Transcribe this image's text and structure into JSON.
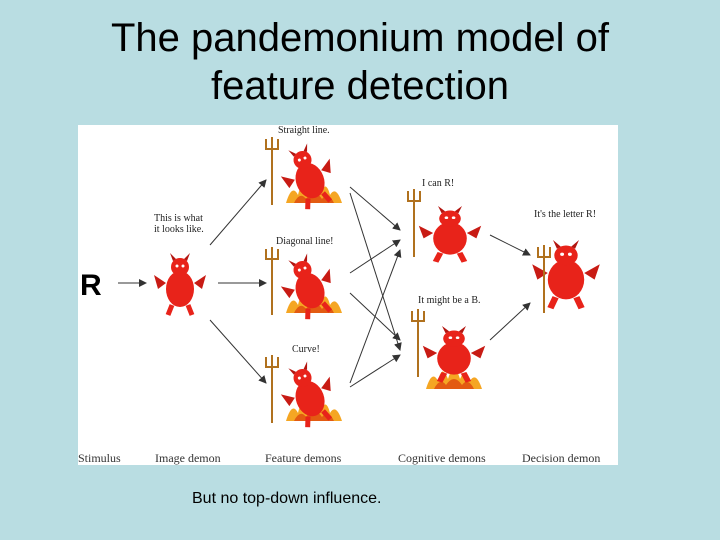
{
  "slide": {
    "title_line1": "The pandemonium model of",
    "title_line2": "feature detection",
    "caption": "But no top-down influence."
  },
  "diagram": {
    "stimulus_letter": "R",
    "image_demon_label_1": "This is what",
    "image_demon_label_2": "it looks like.",
    "feature_labels": [
      "Straight line.",
      "Diagonal line!",
      "Curve!"
    ],
    "cognitive_labels": [
      "I can R!",
      "It might be a B."
    ],
    "decision_label": "It's the letter R!",
    "stages": [
      "Stimulus",
      "Image demon",
      "Feature demons",
      "Cognitive demons",
      "Decision demon"
    ]
  },
  "colors": {
    "background": "#b9dde2",
    "panel": "#ffffff",
    "demon": "#e8231a",
    "fire": "#f5a623"
  }
}
